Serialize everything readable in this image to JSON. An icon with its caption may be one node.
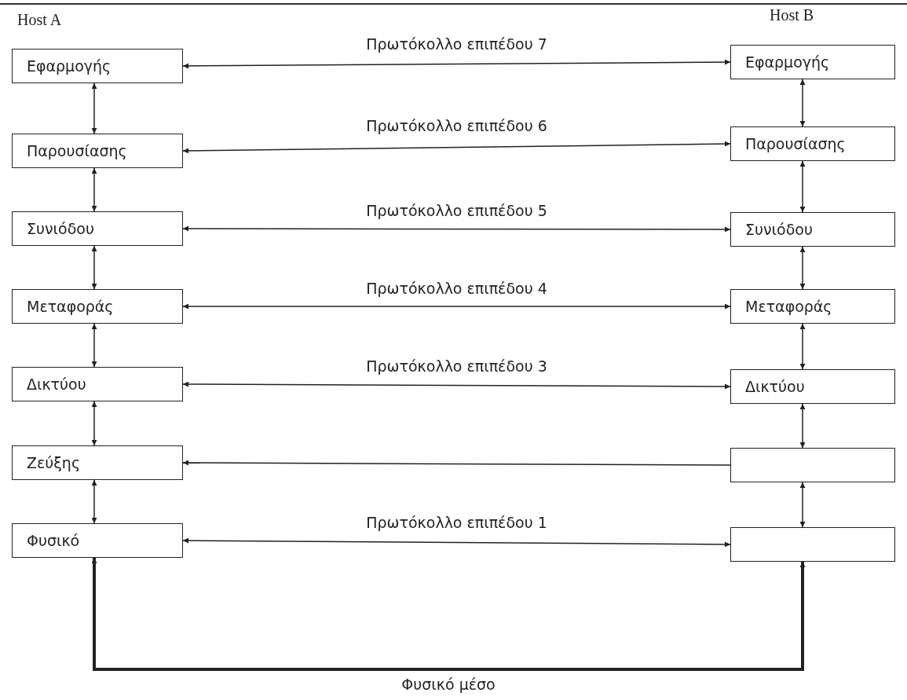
{
  "diagram": {
    "nodes": [
      {
        "text": [
          "Εφαρμογής"
        ]
      },
      {
        "text": [
          "Παρουσίασης"
        ]
      },
      {
        "text": [
          "Συνιόδου"
        ]
      },
      {
        "text": [
          "Μεταφοράς"
        ]
      },
      {
        "text": [
          "Δικτύου"
        ]
      },
      {
        "text": [
          "Ζεύξης"
        ]
      },
      {
        "text": [
          "Φυσικό"
        ]
      },
      {
        "text": [
          "Εφαρμογής"
        ]
      },
      {
        "text": [
          "Παρουσίασης"
        ]
      },
      {
        "text": [
          "Συνιόδου"
        ]
      },
      {
        "text": [
          "Μεταφοράς"
        ]
      },
      {
        "text": [
          "Δικτύου"
        ]
      },
      {
        "text": [],
        "shape": "box"
      },
      {
        "text": [],
        "shape": "box"
      }
    ],
    "edges": [
      {
        "from": 0,
        "to": 7,
        "arrow": "both",
        "label": "Πρωτόκολλο επιπέδου 7"
      },
      {
        "from": 1,
        "to": 8,
        "arrow": "both",
        "label": "Πρωτόκολλο επιπέδου 6"
      },
      {
        "from": 2,
        "to": 9,
        "arrow": "both",
        "label": "Πρωτόκολλο επιπέδου 5"
      },
      {
        "from": 3,
        "to": 10,
        "arrow": "both",
        "label": "Πρωτόκολλο επιπέδου 4"
      },
      {
        "from": 4,
        "to": 11,
        "arrow": "both",
        "label": "Πρωτόκολλο επιπέδου 3"
      },
      {
        "from": 12,
        "to": 5,
        "arrow": "to"
      },
      {
        "from": 6,
        "to": 13,
        "arrow": "both",
        "label": "Πρωτόκολλο επιπέδου 1"
      },
      {
        "from": 0,
        "to": 1,
        "arrow": "both"
      },
      {
        "from": 1,
        "to": 2,
        "arrow": "both"
      },
      {
        "from": 2,
        "to": 3,
        "arrow": "both"
      },
      {
        "from": 3,
        "to": 4,
        "arrow": "both"
      },
      {
        "from": 4,
        "to": 5,
        "arrow": "both"
      },
      {
        "from": 5,
        "to": 6,
        "arrow": "both"
      },
      {
        "from": 7,
        "to": 8,
        "arrow": "both"
      },
      {
        "from": 8,
        "to": 9,
        "arrow": "both"
      },
      {
        "from": 9,
        "to": 10,
        "arrow": "both"
      },
      {
        "from": 10,
        "to": 11,
        "arrow": "both"
      },
      {
        "from": 11,
        "to": 12,
        "arrow": "both"
      },
      {
        "from": 12,
        "to": 13,
        "arrow": "both"
      },
      {
        "from": 6,
        "to": 13,
        "arrow": "both",
        "style": "thick",
        "label": "Φυσικό μέσο"
      }
    ],
    "labels": [
      "Host A",
      "Host B"
    ]
  }
}
